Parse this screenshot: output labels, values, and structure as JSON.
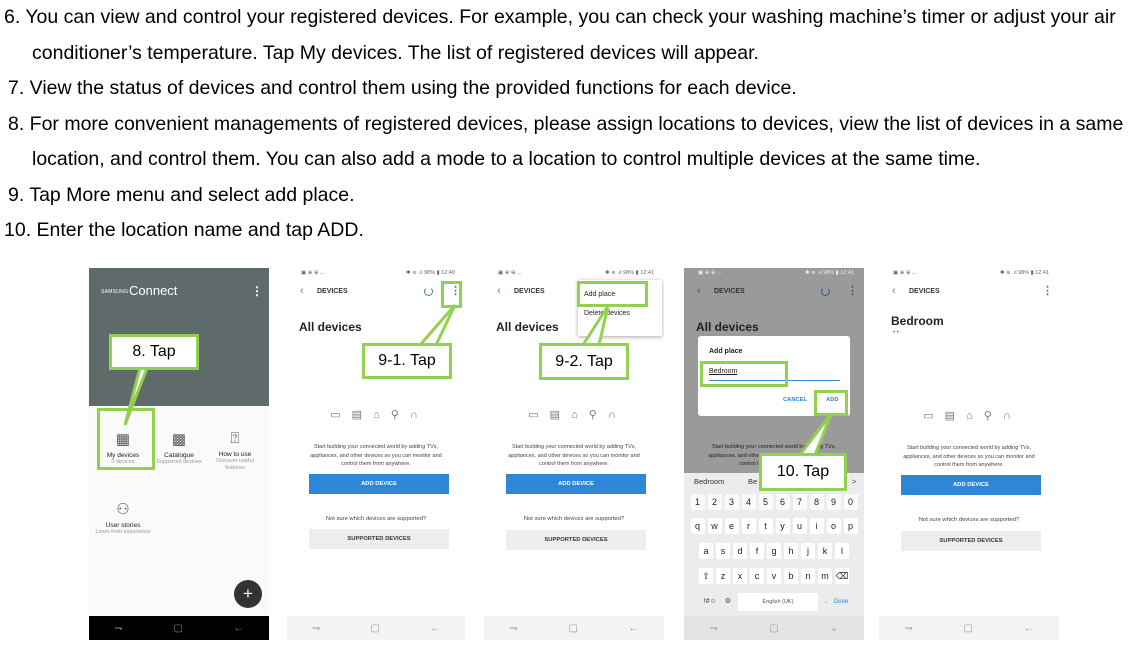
{
  "instructions": {
    "step6_line1": "6. You can view and control your registered devices.  For example, you can check your washing machine’s timer or adjust your air",
    "step6_line2": "conditioner’s temperature. Tap My devices. The list of registered devices will appear.",
    "step7": "7. View the status of devices and control them using the provided functions for each device.",
    "step8_line1": "8. For more convenient managements of registered devices, please assign locations to devices, view the list of devices in a same",
    "step8_line2": "location, and control them. You can also add a mode to a location to control multiple devices at the same time.",
    "step9": "9. Tap More menu and select add place.",
    "step10": "10. Enter the location name and tap ADD."
  },
  "callouts": {
    "c8": "8. Tap",
    "c9_1": "9-1. Tap",
    "c9_2": "9-2. Tap",
    "c10": "10. Tap"
  },
  "screen1": {
    "brand_small": "SAMSUNG",
    "brand": "Connect",
    "menu": "⋮",
    "tiles": [
      {
        "title": "My devices",
        "sub": "0 devices",
        "icon": "grid-plus-icon"
      },
      {
        "title": "Catalogue",
        "sub": "Supported devices",
        "icon": "catalogue-icon"
      },
      {
        "title": "How to use",
        "sub": "Discover useful features",
        "icon": "help-icon"
      },
      {
        "title": "User stories",
        "sub": "Learn from experience",
        "icon": "people-icon"
      }
    ],
    "fab": "+"
  },
  "device_screen": {
    "status_left": "▣ ⊕ ⊕ ...",
    "status_right": "✱ ≋ .ıl 98% ▮",
    "time_a": "12:40",
    "time_b": "12:41",
    "back": "‹",
    "title": "DEVICES",
    "all_devices": "All devices",
    "icons": "▭ ▤ ⌂ ⚲ ∩",
    "description": "Start building your connected world by adding TVs, appliances, and other devices so you can monitor and control them from anywhere.",
    "add_device": "ADD DEVICE",
    "not_sure": "Not sure which devices are supported?",
    "supported": "SUPPORTED DEVICES",
    "more": "⋮"
  },
  "popup": {
    "add_place": "Add place",
    "delete_devices": "Delete devices"
  },
  "dialog": {
    "title": "Add place",
    "value": "Bedroom",
    "cancel": "CANCEL",
    "add": "ADD"
  },
  "keyboard": {
    "suggestions": [
      "Bedroom",
      "Be",
      ">"
    ],
    "row_numbers": [
      "1",
      "2",
      "3",
      "4",
      "5",
      "6",
      "7",
      "8",
      "9",
      "0"
    ],
    "row_q": [
      "q",
      "w",
      "e",
      "r",
      "t",
      "y",
      "u",
      "i",
      "o",
      "p"
    ],
    "row_a": [
      "a",
      "s",
      "d",
      "f",
      "g",
      "h",
      "j",
      "k",
      "l"
    ],
    "row_z": [
      "⇧",
      "z",
      "x",
      "c",
      "v",
      "b",
      "n",
      "m",
      "⌫"
    ],
    "sym": "!#☺",
    "settings": "⚙",
    "space": "English (UK)",
    "period": ".",
    "done": "Done"
  },
  "screen5": {
    "title": "Bedroom",
    "dots": "• •"
  },
  "navbar": {
    "recent": "⇁",
    "home": "▢",
    "back": "←",
    "down": "⌄"
  }
}
